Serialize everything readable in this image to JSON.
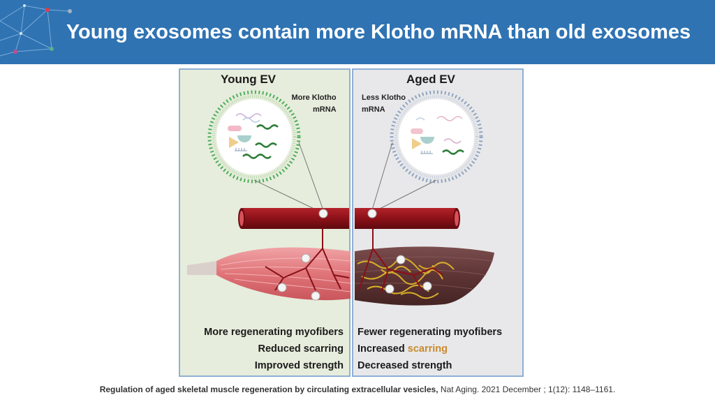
{
  "slide": {
    "title": "Young exosomes contain more Klotho mRNA than old exosomes",
    "colors": {
      "banner": "#2f73b3",
      "young_panel": "#e6eddc",
      "aged_panel": "#e8e8ea",
      "highlight": "#c88a2c"
    }
  },
  "figure": {
    "young": {
      "title": "Young EV",
      "note_line1": "More Klotho",
      "note_line2": "mRNA",
      "outcomes": [
        "More regenerating myofibers",
        "Reduced scarring",
        "Improved strength"
      ]
    },
    "aged": {
      "title": "Aged EV",
      "note_line1": "Less Klotho",
      "note_line2": "mRNA",
      "outcome1": "Fewer regenerating myofibers",
      "outcome2_prefix": "Increased ",
      "outcome2_highlight": "scarring",
      "outcome3": "Decreased strength"
    }
  },
  "citation": {
    "bold": "Regulation of aged skeletal muscle regeneration by circulating extracellular vesicles,",
    "rest": " Nat Aging. 2021 December ; 1(12): 1148–1161."
  }
}
